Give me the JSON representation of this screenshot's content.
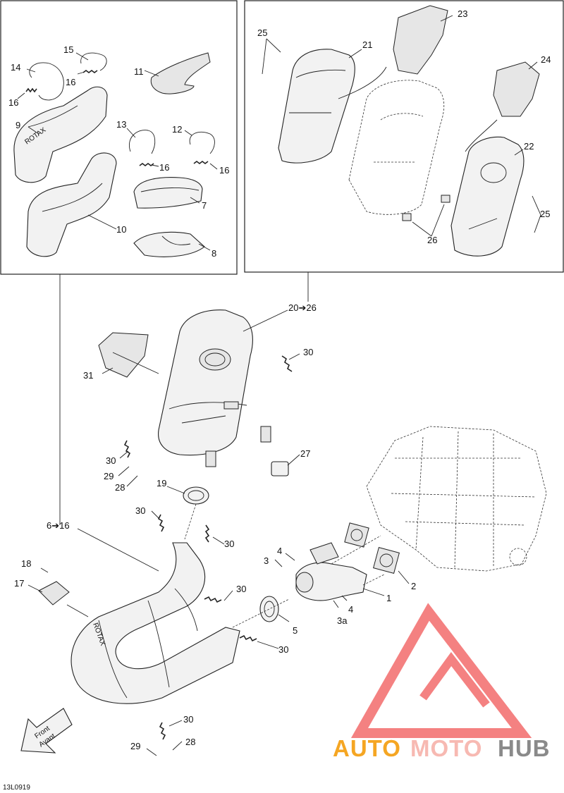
{
  "diagram_code": "13L0919",
  "front_label_line1": "Front",
  "front_label_line2": "Avant",
  "watermark": {
    "brand_part1": "AUTO",
    "brand_part2": "MOTO",
    "brand_part3": "HUB",
    "color_part1": "#f5a623",
    "color_part2": "#f7b9b2",
    "color_part3": "#8a8a8a",
    "logo_color": "#f26b6b"
  },
  "callouts": {
    "c1": "1",
    "c2": "2",
    "c3": "3",
    "c3a": "3a",
    "c4a": "4",
    "c4b": "4",
    "c5": "5",
    "c6_16": "6➔16",
    "c7": "7",
    "c8": "8",
    "c9": "9",
    "c10": "10",
    "c11": "11",
    "c12": "12",
    "c13": "13",
    "c14": "14",
    "c15": "15",
    "c16a": "16",
    "c16b": "16",
    "c16c": "16",
    "c16d": "16",
    "c17": "17",
    "c18": "18",
    "c19": "19",
    "c20_26": "20➔26",
    "c21": "21",
    "c22": "22",
    "c23": "23",
    "c24": "24",
    "c25a": "25",
    "c25b": "25",
    "c26": "26",
    "c27": "27",
    "c28a": "28",
    "c28b": "28",
    "c29a": "29",
    "c29b": "29",
    "c30a": "30",
    "c30b": "30",
    "c30c": "30",
    "c30d": "30",
    "c30e": "30",
    "c30f": "30",
    "c30g": "30",
    "c31": "31",
    "rotax_mark": "ROTAX"
  }
}
